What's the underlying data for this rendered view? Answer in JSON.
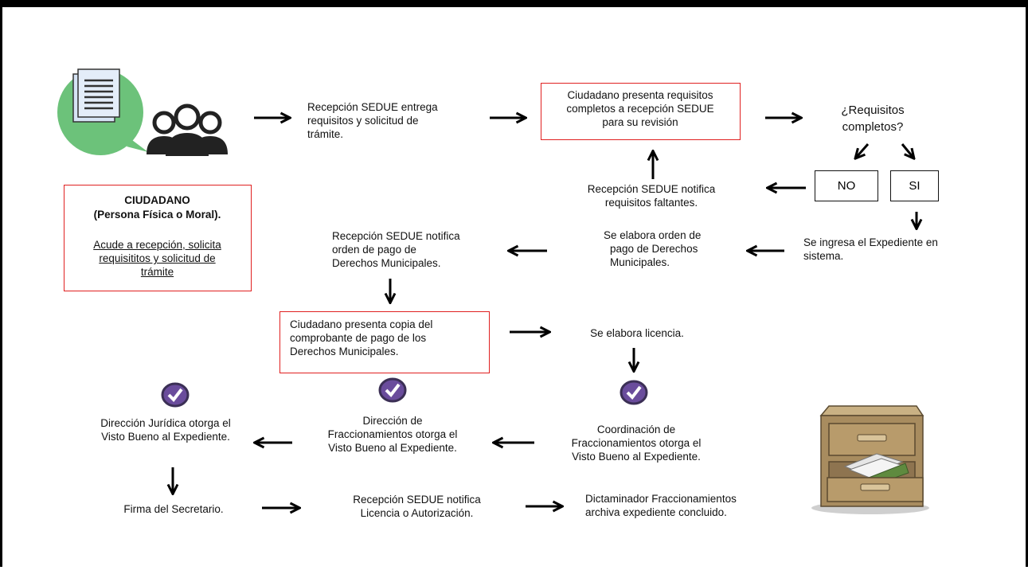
{
  "colors": {
    "red_border": "#e02020",
    "check_purple": "#6a4c9c",
    "check_border": "#3b2f55"
  },
  "icons": [
    "citizens-icon",
    "document-icon",
    "checkmark-icon",
    "filing-cabinet-icon"
  ],
  "steps": {
    "s1": [
      "Recepción SEDUE entrega",
      "requisitos y solicitud de",
      "trámite."
    ],
    "s2": [
      "Ciudadano presenta requisitos",
      "completos a recepción SEDUE",
      "para su revisión"
    ],
    "s3": [
      "¿Requisitos",
      "completos?"
    ],
    "no": "NO",
    "si": "SI",
    "s4": [
      "Recepción SEDUE notifica",
      "requisitos faltantes."
    ],
    "s5": [
      "Se ingresa el Expediente en",
      "sistema."
    ],
    "s6": [
      "Se elabora orden de",
      "pago de Derechos",
      "Municipales."
    ],
    "s7": [
      "Recepción SEDUE notifica",
      "orden de pago de",
      "Derechos Municipales."
    ],
    "s8": [
      "Ciudadano presenta copia del",
      "comprobante de pago de los",
      "Derechos Municipales."
    ],
    "s9": "Se elabora licencia.",
    "s10": [
      "Coordinación de",
      "Fraccionamientos otorga el",
      "Visto Bueno  al Expediente."
    ],
    "s11": [
      "Dirección de",
      "Fraccionamientos otorga el",
      "Visto Bueno  al Expediente."
    ],
    "s12": [
      "Dirección Jurídica otorga el",
      "Visto Bueno  al Expediente."
    ],
    "s13": "Firma del Secretario.",
    "s14": [
      "Recepción SEDUE notifica",
      "Licencia o Autorización."
    ],
    "s15": [
      "Dictaminador Fraccionamientos",
      "archiva expediente concluido."
    ]
  },
  "citizen_box": {
    "title": "CIUDADANO",
    "subtitle": "(Persona Física o Moral).",
    "body": [
      "Acude a recepción, solicita",
      "requisititos y solicitud de",
      "trámite"
    ]
  }
}
